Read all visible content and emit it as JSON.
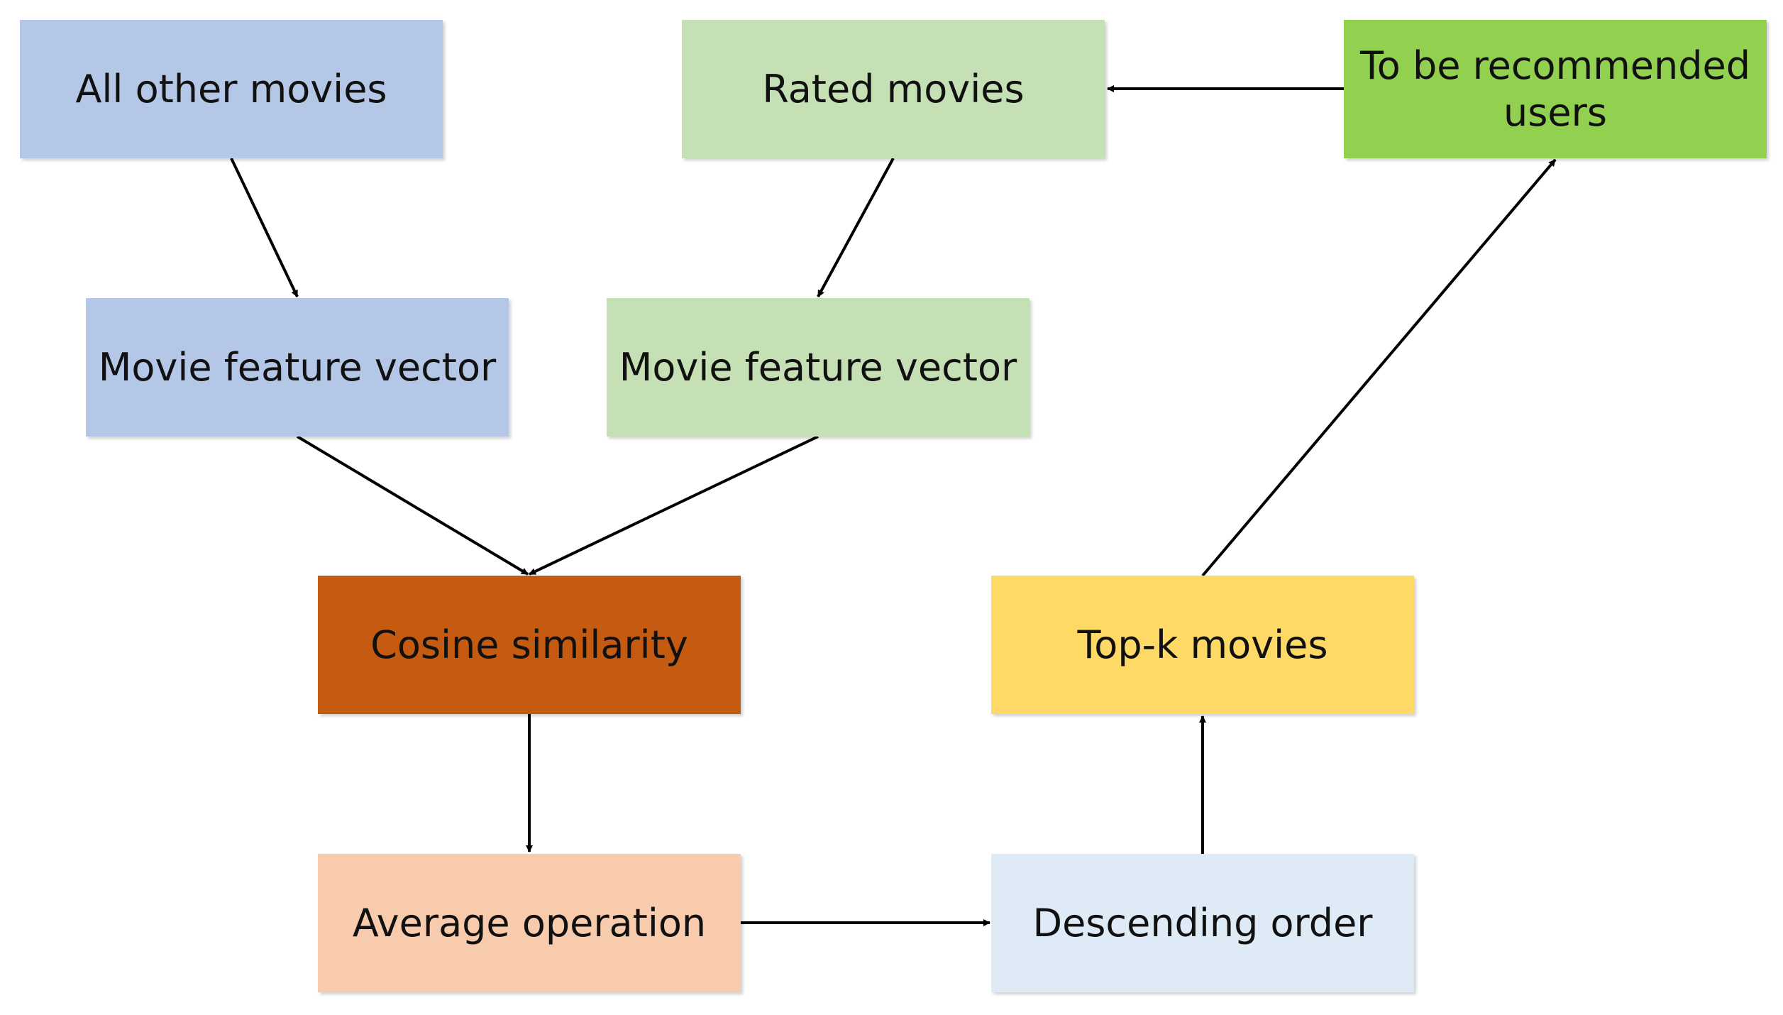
{
  "diagram": {
    "nodes": {
      "all_other_movies": {
        "label": "All other movies",
        "color": "#b4c7e7"
      },
      "rated_movies": {
        "label": "Rated movies",
        "color": "#c5e0b4"
      },
      "to_be_recommended_users": {
        "label": "To be recommended users",
        "color": "#92d050"
      },
      "movie_feature_vector_left": {
        "label": "Movie feature vector",
        "color": "#b4c7e7"
      },
      "movie_feature_vector_right": {
        "label": "Movie feature vector",
        "color": "#c5e0b4"
      },
      "cosine_similarity": {
        "label": "Cosine similarity",
        "color": "#c55a11"
      },
      "top_k_movies": {
        "label": "Top-k movies",
        "color": "#ffd966"
      },
      "average_operation": {
        "label": "Average operation",
        "color": "#f8cbad"
      },
      "descending_order": {
        "label": "Descending order",
        "color": "#deebf7"
      }
    },
    "edges": [
      {
        "from": "all_other_movies",
        "to": "movie_feature_vector_left"
      },
      {
        "from": "rated_movies",
        "to": "movie_feature_vector_right"
      },
      {
        "from": "to_be_recommended_users",
        "to": "rated_movies"
      },
      {
        "from": "movie_feature_vector_left",
        "to": "cosine_similarity"
      },
      {
        "from": "movie_feature_vector_right",
        "to": "cosine_similarity"
      },
      {
        "from": "cosine_similarity",
        "to": "average_operation"
      },
      {
        "from": "average_operation",
        "to": "descending_order"
      },
      {
        "from": "descending_order",
        "to": "top_k_movies"
      },
      {
        "from": "top_k_movies",
        "to": "to_be_recommended_users"
      }
    ],
    "arrow_color": "#000000"
  }
}
